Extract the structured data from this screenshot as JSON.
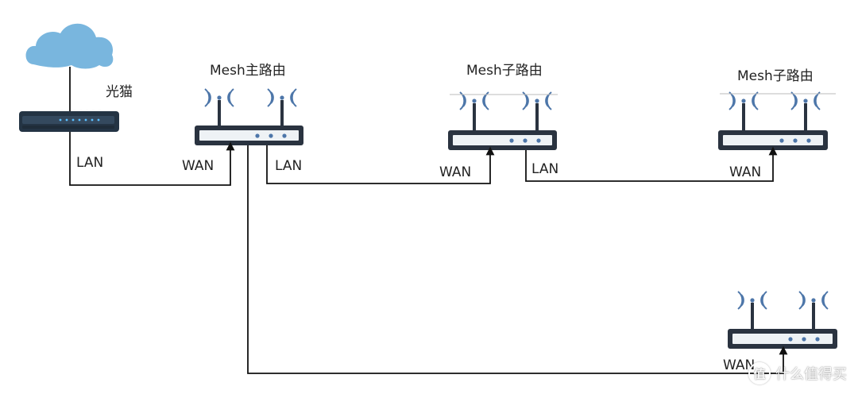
{
  "labels": {
    "modem": "光猫",
    "main_router": "Mesh主路由",
    "sub_router_1": "Mesh子路由",
    "sub_router_2": "Mesh子路由",
    "lan": "LAN",
    "wan": "WAN"
  },
  "watermark": {
    "icon": "值",
    "text": "什么值得买"
  },
  "colors": {
    "cloud": "#79b6de",
    "router_frame": "#2a3340",
    "router_panel": "#eef2f5",
    "antenna_wave": "#4d76a9",
    "line": "#111111"
  },
  "icons": {
    "cloud": "cloud-icon",
    "modem": "modem-icon",
    "router": "router-icon",
    "wifi_signal": "wifi-signal-icon",
    "arrow": "arrow-up-icon"
  }
}
